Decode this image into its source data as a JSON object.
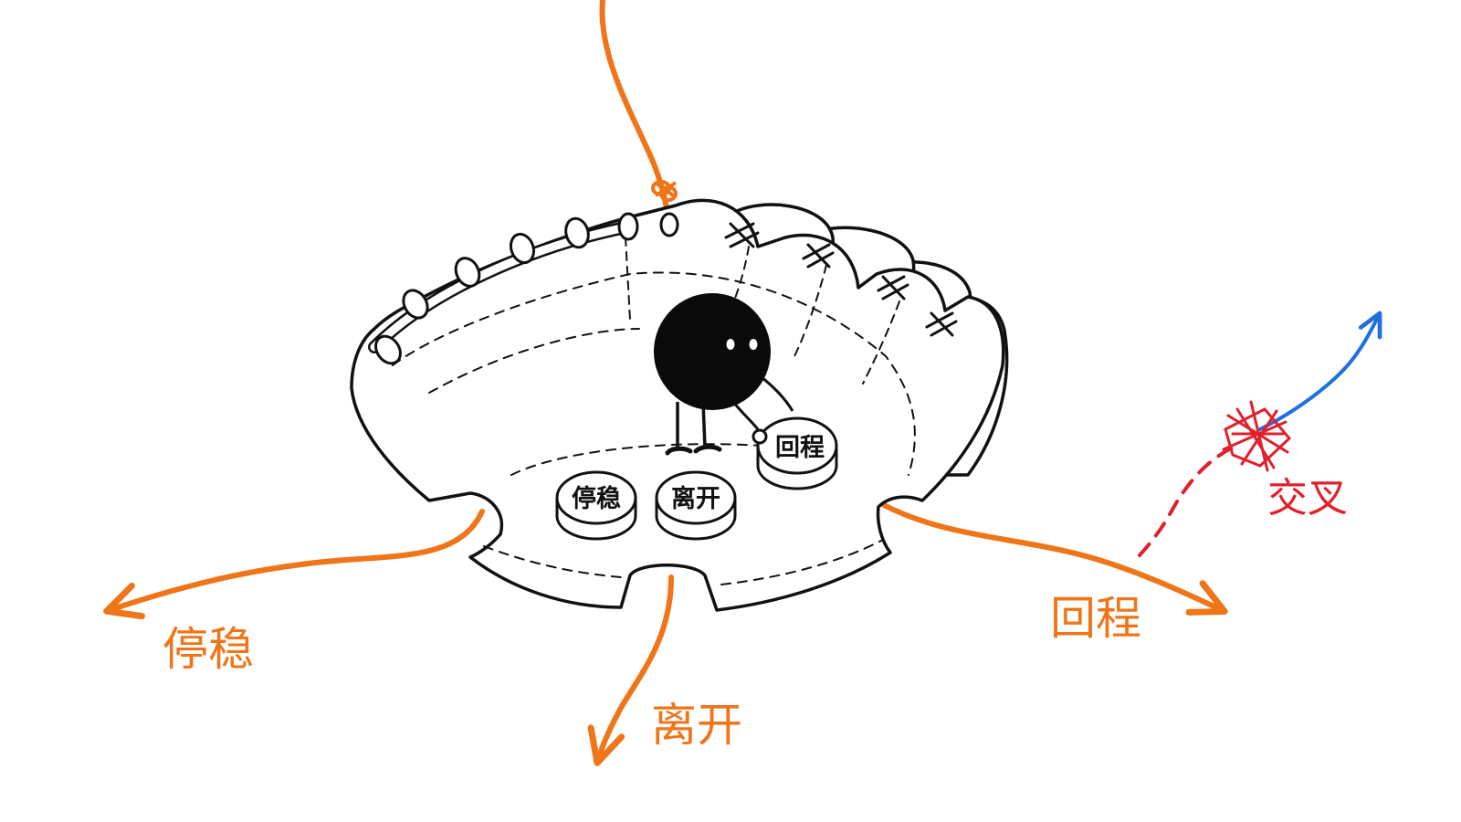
{
  "colors": {
    "outcome_arrow": "#f07418",
    "blocked_path": "#e0202a",
    "escape_arrow": "#1f6fe0",
    "ink": "#111111"
  },
  "tokens": [
    {
      "id": "stabilize",
      "label": "停稳"
    },
    {
      "id": "leave",
      "label": "离开"
    },
    {
      "id": "return",
      "label": "回程"
    }
  ],
  "outcomes": [
    {
      "id": "stabilize",
      "label": "停稳"
    },
    {
      "id": "leave",
      "label": "离开"
    },
    {
      "id": "return",
      "label": "回程"
    }
  ],
  "blocked": {
    "label": "交叉"
  }
}
